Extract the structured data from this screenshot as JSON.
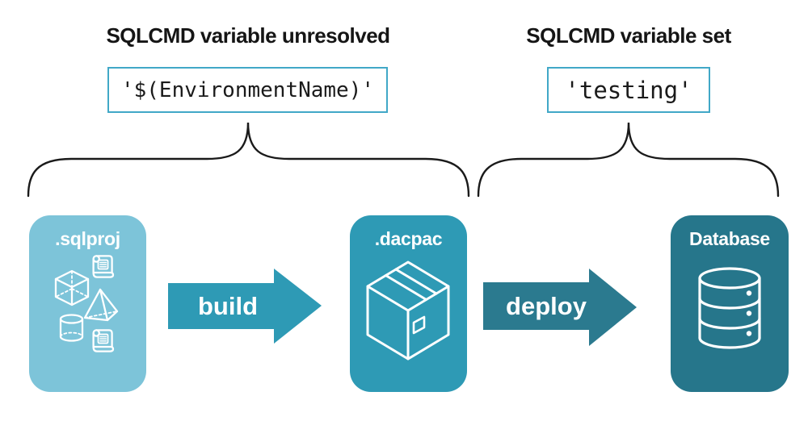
{
  "annotations": {
    "left": {
      "heading": "SQLCMD variable unresolved",
      "code": "'$(EnvironmentName)'"
    },
    "right": {
      "heading": "SQLCMD variable set",
      "code": "'testing'"
    }
  },
  "pipeline": {
    "nodes": [
      {
        "label": ".sqlproj",
        "icon": "sql-objects-icon",
        "color": "#7dc4d9"
      },
      {
        "label": ".dacpac",
        "icon": "package-icon",
        "color": "#2e9ab5"
      },
      {
        "label": "Database",
        "icon": "database-icon",
        "color": "#26768b"
      }
    ],
    "arrows": [
      {
        "label": "build",
        "color": "#2e9ab5"
      },
      {
        "label": "deploy",
        "color": "#2b7a8f"
      }
    ]
  },
  "colors": {
    "heading_text": "#151515",
    "code_text": "#1a1a1a",
    "code_box_border": "#41a8c7",
    "brace_stroke": "#1a1a1a",
    "icon_stroke": "#ffffff",
    "node_label_text": "#ffffff",
    "arrow_label_text": "#ffffff"
  }
}
